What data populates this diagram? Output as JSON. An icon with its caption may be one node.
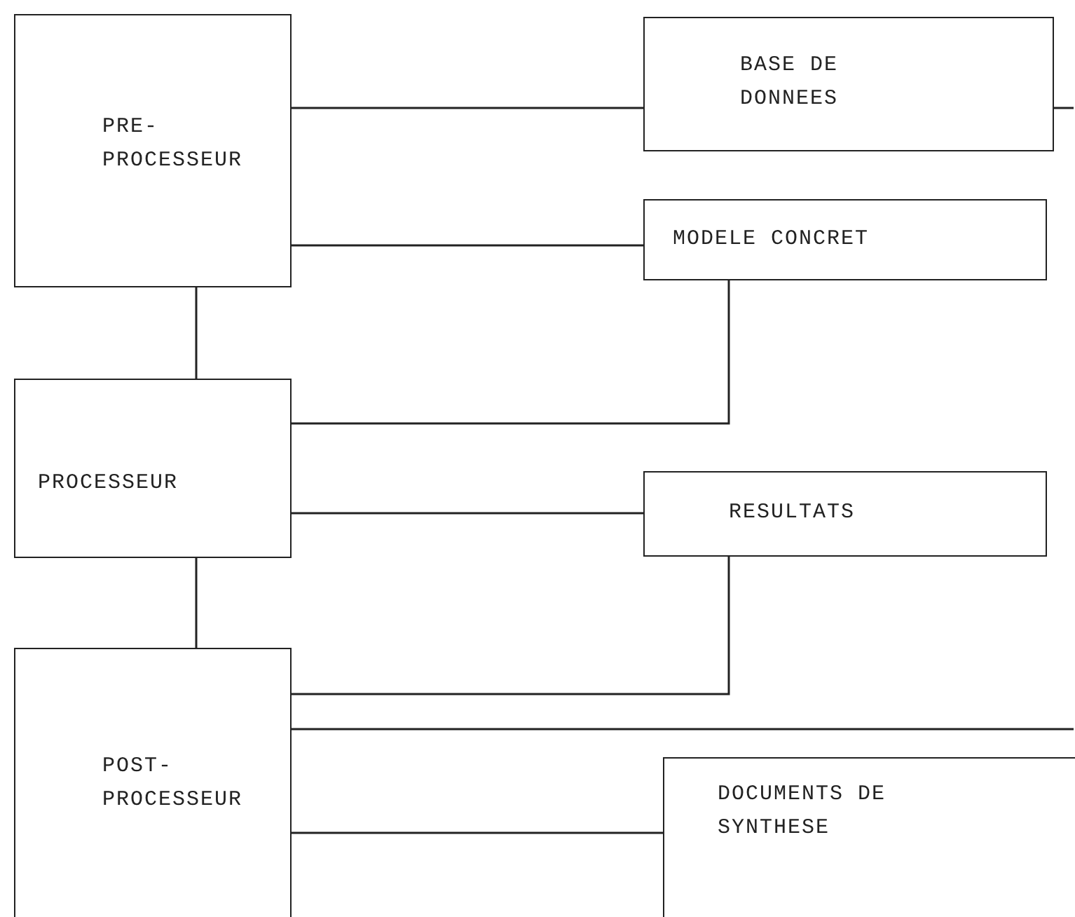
{
  "diagram": {
    "nodes": [
      {
        "text": [
          "PRE- PROCESSEUR"
        ]
      },
      {
        "text": [
          "BASE DE DONNEES"
        ]
      },
      {
        "text": [
          "MODELE CONCRET"
        ]
      },
      {
        "text": [
          "PROCESSEUR"
        ]
      },
      {
        "text": [
          "RESULTATS"
        ]
      },
      {
        "text": [
          "POST- PROCESSEUR"
        ]
      },
      {
        "text": [
          "DOCUMENTS DE SYNTHESE"
        ]
      }
    ],
    "edges": [
      {
        "from": 0,
        "to": 1,
        "arrow": "none"
      },
      {
        "from": 1,
        "to": null,
        "arrow": "none"
      },
      {
        "from": 0,
        "to": 2,
        "arrow": "none"
      },
      {
        "from": 0,
        "to": 3,
        "arrow": "none"
      },
      {
        "from": 2,
        "to": 3,
        "arrow": "none"
      },
      {
        "from": 3,
        "to": 4,
        "arrow": "none"
      },
      {
        "from": 3,
        "to": 5,
        "arrow": "none"
      },
      {
        "from": 4,
        "to": 5,
        "arrow": "none"
      },
      {
        "from": 5,
        "to": null,
        "arrow": "none"
      },
      {
        "from": 5,
        "to": 6,
        "arrow": "none"
      }
    ]
  }
}
